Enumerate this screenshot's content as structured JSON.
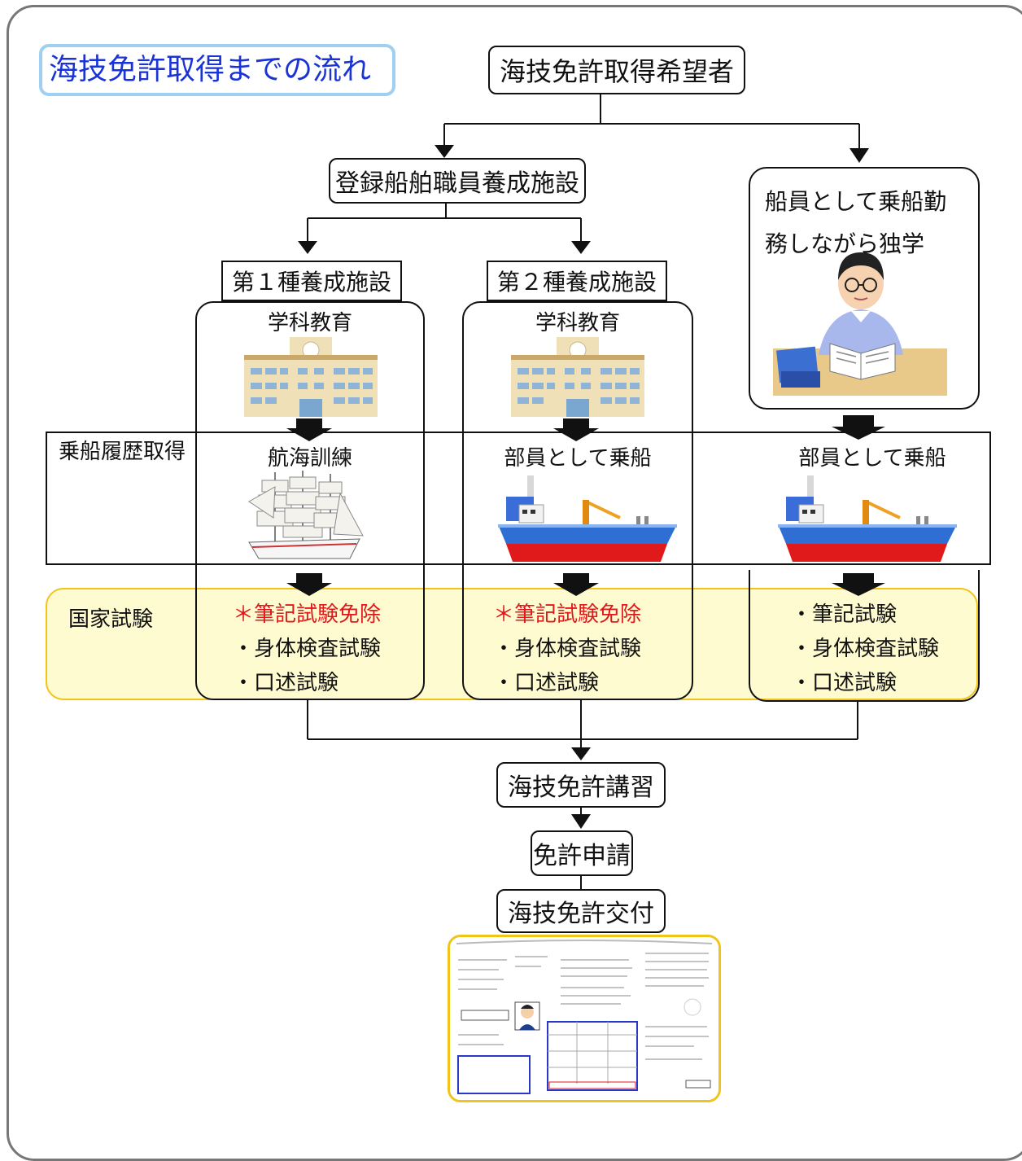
{
  "title": "海技免許取得までの流れ",
  "nodes": {
    "applicant": "海技免許取得希望者",
    "facility": "登録船舶職員養成施設",
    "self_study": "船員として乗船勤務しながら独学",
    "type1": "第１種養成施設",
    "type2": "第２種養成施設",
    "course_ed": "学科教育",
    "onboard_label": "乗船履歴取得",
    "nav_training": "航海訓練",
    "crew_board": "部員として乗船",
    "national_exam": "国家試験",
    "written_exempt": "＊筆記試験免除",
    "written": "・筆記試験",
    "physical": "・身体検査試験",
    "oral": "・口述試験",
    "course": "海技免許講習",
    "apply": "免許申請",
    "issue": "海技免許交付"
  },
  "colors": {
    "title": "#1a33d6",
    "exempt": "#e0181c",
    "band": "#fffbd0",
    "band_border": "#f0c418"
  },
  "icons": [
    "school-building-icon",
    "sailing-ship-icon",
    "cargo-ship-icon",
    "student-studying-icon",
    "license-certificate-icon"
  ]
}
